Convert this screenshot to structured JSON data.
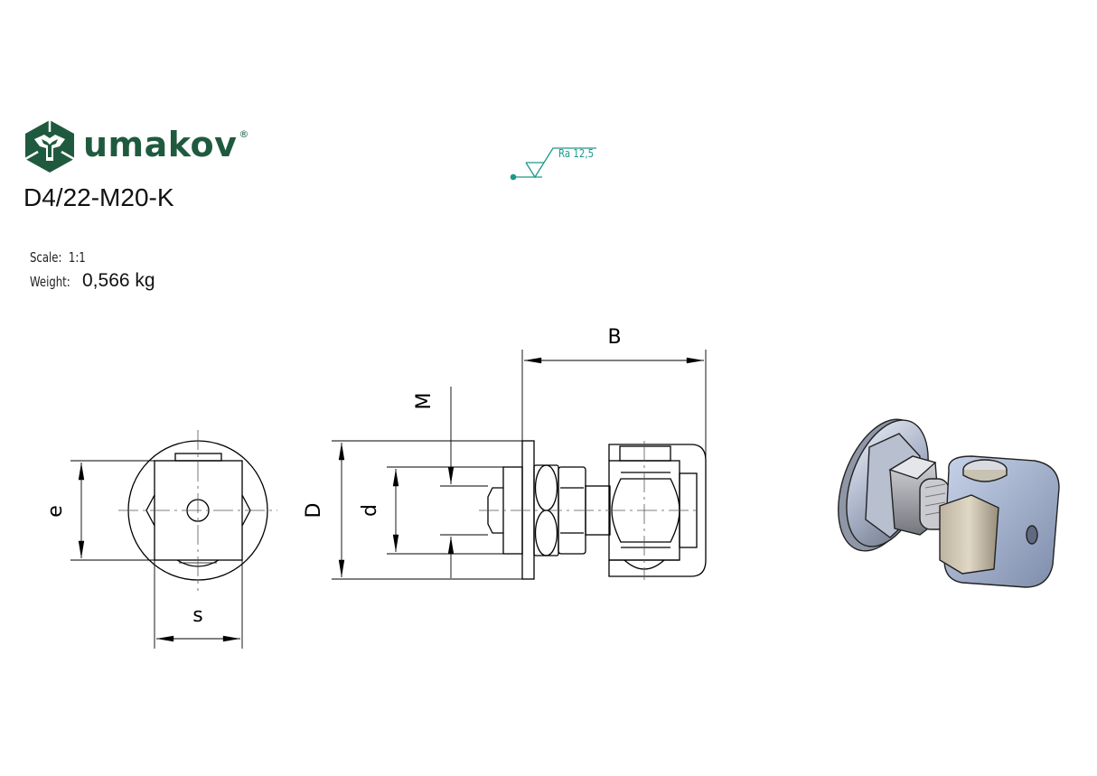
{
  "header": {
    "brand": "umakov",
    "brand_mark": "®",
    "brand_color": "#1f5a3f",
    "part_code": "D4/22-M20-K"
  },
  "properties": {
    "scale_label": "Scale:",
    "scale_value": "1:1",
    "weight_label": "Weight:",
    "weight_value": "0,566 kg"
  },
  "surface_finish": {
    "symbol": "surface-roughness-symbol",
    "text": "Ra 12,5",
    "color": "#1a9a8a"
  },
  "views": {
    "front_view": {
      "dimensions": {
        "height_label": "e",
        "width_label": "s"
      }
    },
    "side_view": {
      "dimensions": {
        "overall_length_label": "B",
        "thread_label": "M",
        "plate_diameter_label": "D",
        "collar_diameter_label": "d"
      }
    },
    "iso_view": {
      "name": "3d-render"
    }
  },
  "colors": {
    "line": "#000000",
    "center_line": "#555555"
  }
}
